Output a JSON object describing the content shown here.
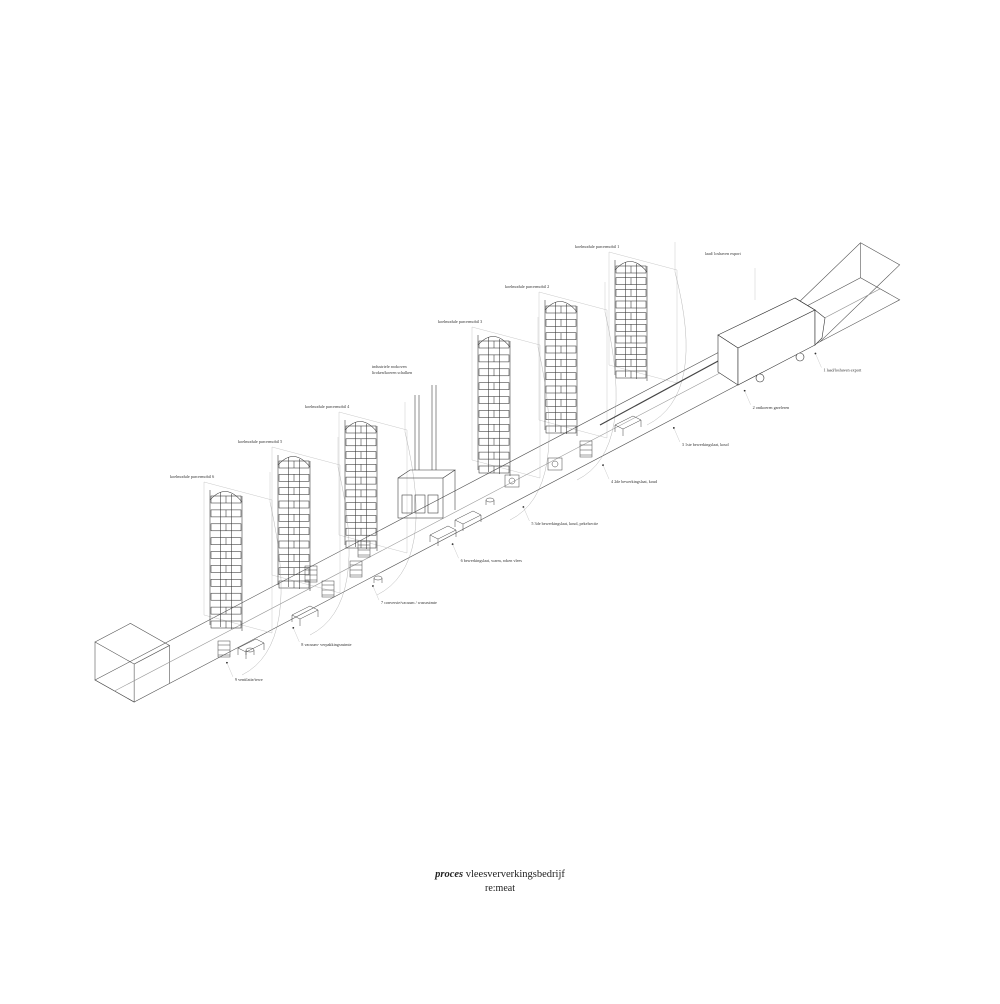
{
  "diagram": {
    "stops": [
      {
        "label": "1 laad/loshaven export"
      },
      {
        "label": "2 ontkoeren gareleren"
      },
      {
        "label": "3 1ste bewerkingslaat, koud"
      },
      {
        "label": "4 2de bewerkingslaat, koud"
      },
      {
        "label": "5 3de bewerkingslaat, koud, pekelsectie"
      },
      {
        "label": "6 bewerkingslaat, warm, roken vlees"
      },
      {
        "label": "7 conversie/vacuum / wassruimte"
      },
      {
        "label": "8 vacuum- verpakkingsruimte"
      },
      {
        "label": "9 ventilatie/tewe"
      }
    ],
    "towers": [
      {
        "label": "koelmodule parcermobil 1"
      },
      {
        "label": "koelmodule parcermobil 2"
      },
      {
        "label": "koelmodule parcermobil 3"
      },
      {
        "label": "koelmodule parcermobil 4"
      },
      {
        "label": "koelmodule parcermobil 5"
      },
      {
        "label": "koelmodule parcermobil 6"
      }
    ],
    "chimney_label": [
      "industriele rookoven",
      "liroken/koeren schalken"
    ],
    "truck_label": "laad/ loshaven export"
  },
  "caption": {
    "title_bold": "proces",
    "title_rest": " vleesververkingsbedrijf",
    "subtitle": "re:meat"
  }
}
